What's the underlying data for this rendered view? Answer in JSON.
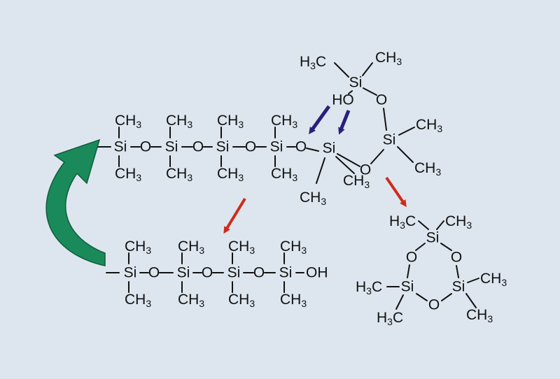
{
  "atoms": {
    "si": "Si",
    "o": "O",
    "oh": "OH",
    "ho": "HO",
    "ch3_main": "CH",
    "ch3_sub": "3",
    "h3c_main_h": "H",
    "h3c_sub": "3",
    "h3c_main_c": "C"
  },
  "colors": {
    "background": "#dde6ee",
    "bond": "#111111",
    "blue_arrow": "#2a1f7a",
    "red_arrow": "#d02a1a",
    "green_arrow": "#1a8a5a"
  },
  "icons": {
    "curved_arrow": "green-curved-arrow-icon",
    "attack_arrow": "blue-arrow-icon",
    "product_arrow": "red-arrow-icon"
  }
}
